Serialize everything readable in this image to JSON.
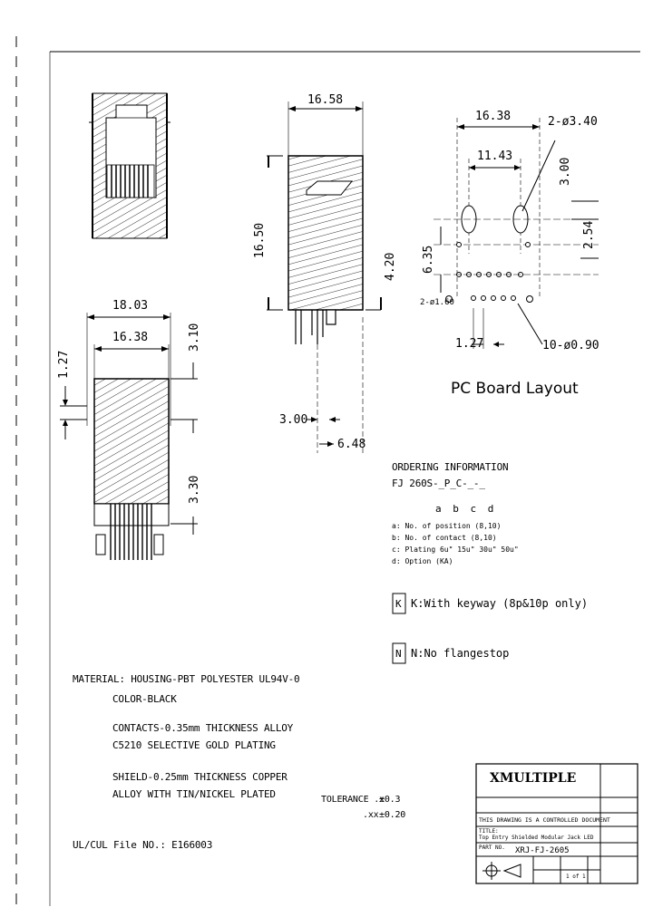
{
  "dims": {
    "w1658": "16.58",
    "h1650": "16.50",
    "h420": "4.20",
    "w300a": "3.00",
    "w648": "6.48",
    "w1803": "18.03",
    "w1638a": "16.38",
    "h127a": "1.27",
    "h310": "3.10",
    "h330": "3.30",
    "pcb_w1638": "16.38",
    "pcb_hole": "2-ø3.40",
    "pcb_w1143": "11.43",
    "pcb_h300": "3.00",
    "pcb_h254": "2.54",
    "pcb_h635": "6.35",
    "pcb_pin160": "2-ø1.60",
    "pcb_w127": "1.27",
    "pcb_pin090": "10-ø0.90"
  },
  "pcb_title": "PC Board Layout",
  "ordering": {
    "title": "ORDERING INFORMATION",
    "code": "FJ 260S-_P_C-_-_",
    "letters": "a   b   c   d",
    "a": "a: No. of position (8,10)",
    "b": "b: No. of contact (8,10)",
    "c": "c: Plating 6u\" 15u\" 30u\" 50u\"",
    "d": "d: Option (KA)"
  },
  "options": {
    "k_mark": "K",
    "k_text": "K:With keyway (8p&10p only)",
    "n_mark": "N",
    "n_text": "N:No flangestop"
  },
  "notes": {
    "material1": "MATERIAL: HOUSING-PBT POLYESTER UL94V-0",
    "material2": "COLOR-BLACK",
    "contacts1": "CONTACTS-0.35mm THICKNESS ALLOY",
    "contacts2": "C5210 SELECTIVE GOLD PLATING",
    "shield1": "SHIELD-0.25mm THICKNESS COPPER",
    "shield2": "ALLOY WITH TIN/NICKEL PLATED",
    "ul": "UL/CUL File NO.: E166003"
  },
  "tolerance": {
    "label": "TOLERANCE .x",
    "v1": "±0.3",
    "label2": ".xx",
    "v2": "±0.20"
  },
  "titleblock": {
    "logo": "XMULTIPLE",
    "controlled": "THIS DRAWING IS A CONTROLLED DOCUMENT",
    "title_label": "TITLE:",
    "title": "Top Entry Shielded Modular Jack LED",
    "part_label": "PART NO.",
    "part": "XRJ-FJ-2605",
    "sheet": "1 of 1"
  },
  "colors": {
    "ink": "#000000",
    "paper": "#ffffff"
  }
}
